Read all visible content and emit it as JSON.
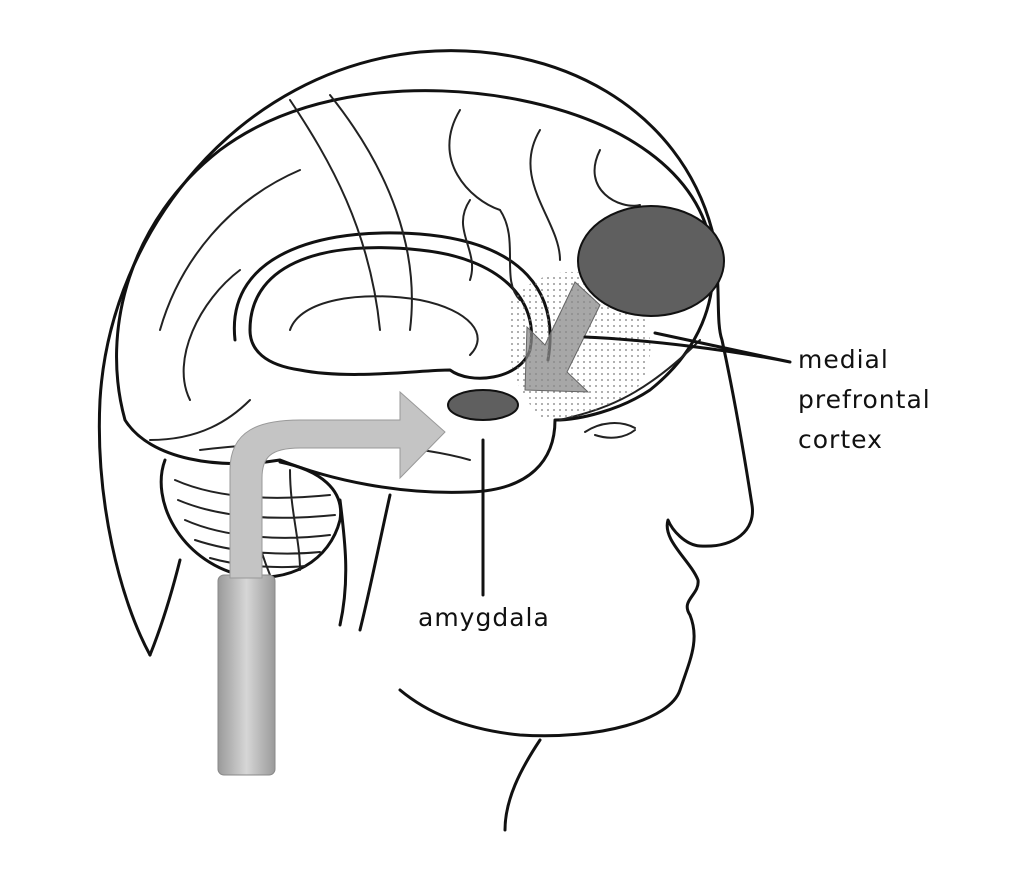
{
  "labels": {
    "mpfc": [
      "medial",
      "prefrontal",
      "cortex"
    ],
    "amygdala": "amygdala"
  },
  "colors": {
    "region_fill": "#5f5f5f",
    "arrow_fill": "#b5b5b5",
    "line": "#111111"
  }
}
